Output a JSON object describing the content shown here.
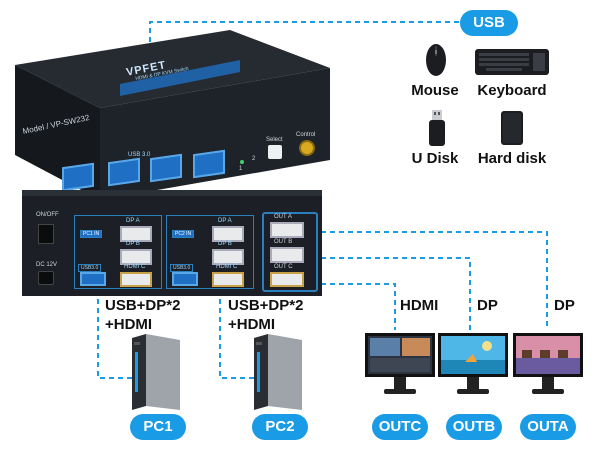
{
  "device": {
    "brand": "VPFET",
    "model": "Model / VP-SW232",
    "top_banner": "HDMI & DP KVM Switch",
    "front_usb_label": "USB 3.0",
    "select_label": "Select",
    "control_label": "Control",
    "led_1": "1",
    "led_2": "2",
    "rear": {
      "on_off": "ON/OFF",
      "dc": "DC 12V",
      "pc1_in": "PC1 IN",
      "pc2_in": "PC2 IN",
      "dp_a": "DP A",
      "dp_b": "DP B",
      "hdmi_c": "HDMI C",
      "usb3": "USB3.0",
      "out_a": "OUT A",
      "out_b": "OUT B",
      "out_c": "OUT C"
    }
  },
  "usb_tag": "USB",
  "peripherals": [
    {
      "name": "Mouse",
      "icon": "mouse-icon"
    },
    {
      "name": "Keyboard",
      "icon": "keyboard-icon"
    },
    {
      "name": "U Disk",
      "icon": "usb-drive-icon"
    },
    {
      "name": "Hard disk",
      "icon": "hard-disk-icon"
    }
  ],
  "pc_inputs": {
    "pc1": {
      "line1": "USB+DP*2",
      "line2": "+HDMI",
      "tag": "PC1"
    },
    "pc2": {
      "line1": "USB+DP*2",
      "line2": "+HDMI",
      "tag": "PC2"
    }
  },
  "outputs": {
    "hdmi_label": "HDMI",
    "dp_b_label": "DP",
    "dp_a_label": "DP",
    "outc": "OUTC",
    "outb": "OUTB",
    "outa": "OUTA"
  },
  "colors": {
    "accent": "#1a9be6",
    "device_body": "#1c2026",
    "port_blue": "#1f6fc4"
  }
}
